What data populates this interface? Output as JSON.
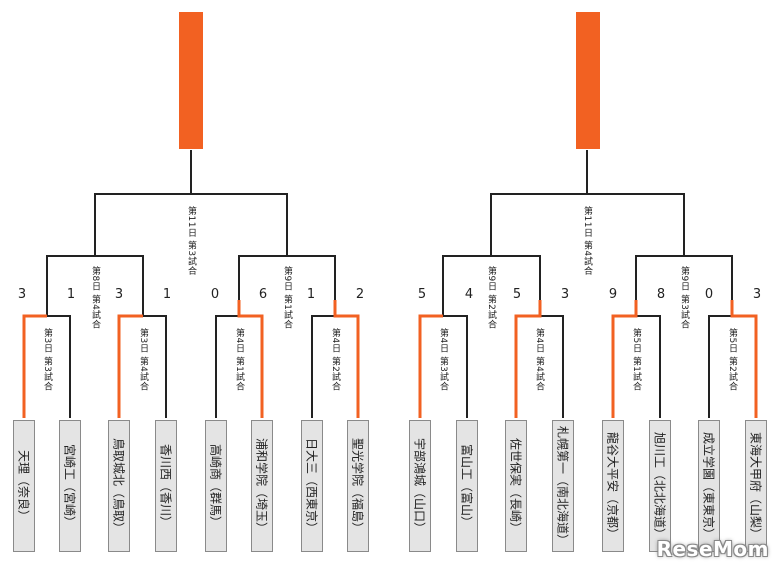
{
  "colors": {
    "winner_line": "#f26122",
    "line": "#222222",
    "box_fill": "#e4e4e4",
    "box_border": "#8a8a8a"
  },
  "left": {
    "teams": [
      "天理（奈良）",
      "宮崎工（宮崎）",
      "鳥取城北（鳥取）",
      "香川西（香川）",
      "高崎商（群馬）",
      "浦和学院（埼玉）",
      "日大三（西東京）",
      "聖光学院（福島）"
    ],
    "scores": [
      "3",
      "1",
      "3",
      "1",
      "0",
      "6",
      "1",
      "2"
    ],
    "labels": {
      "r1_a": "第3日 第3試合",
      "r1_b": "第3日 第4試合",
      "r1_c": "第4日 第1試合",
      "r1_d": "第4日 第2試合",
      "r2_a": "第8日 第4試合",
      "r2_b": "第9日 第1試合",
      "sf": "第11日 第3試合"
    }
  },
  "right": {
    "teams": [
      "宇部鴻城（山口）",
      "富山工（富山）",
      "佐世保実（長崎）",
      "札幌第一（南北海道）",
      "龍谷大平安（京都）",
      "旭川工（北北海道）",
      "成立学園（東東京）",
      "東海大甲府（山梨）"
    ],
    "scores": [
      "5",
      "4",
      "5",
      "3",
      "9",
      "8",
      "0",
      "3"
    ],
    "labels": {
      "r1_a": "第4日 第3試合",
      "r1_b": "第4日 第4試合",
      "r1_c": "第5日 第1試合",
      "r1_d": "第5日 第2試合",
      "r2_a": "第9日 第2試合",
      "r2_b": "第9日 第3試合",
      "sf": "第11日 第4試合"
    }
  },
  "logo": "ReseMom"
}
